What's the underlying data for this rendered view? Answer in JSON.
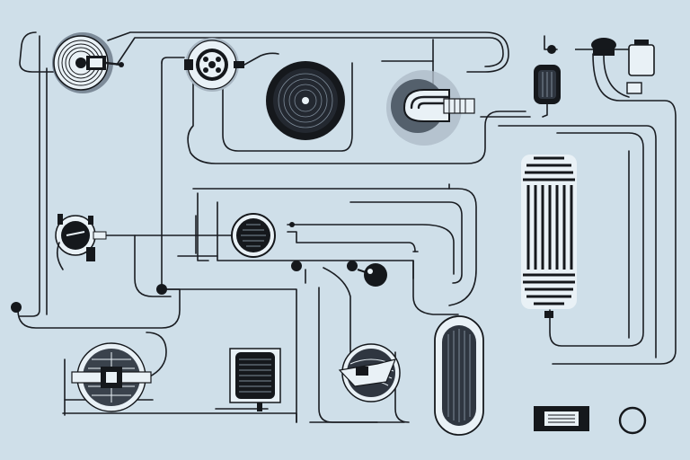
{
  "palette": {
    "background": "#cfdfe9",
    "ink": "#15181c",
    "pale": "#e9f1f6",
    "shadow": "#7d8b99"
  },
  "components": [
    {
      "name": "fan-unit-top-left",
      "icon": "fan-icon"
    },
    {
      "name": "gear-motor-top",
      "icon": "gear-icon"
    },
    {
      "name": "large-fan-top",
      "icon": "fan-icon"
    },
    {
      "name": "coil-pump-top-right",
      "icon": "coil-icon"
    },
    {
      "name": "pressure-tank",
      "icon": "tank-icon"
    },
    {
      "name": "valve-cluster",
      "icon": "valve-icon"
    },
    {
      "name": "pressure-gauge-left",
      "icon": "gauge-icon"
    },
    {
      "name": "small-fan-center",
      "icon": "fan-icon"
    },
    {
      "name": "switch-knob",
      "icon": "knob-icon"
    },
    {
      "name": "radiator-right",
      "icon": "radiator-icon"
    },
    {
      "name": "fan-unit-bottom-left",
      "icon": "fan-icon"
    },
    {
      "name": "filter-box",
      "icon": "filter-icon"
    },
    {
      "name": "turbine-bottom",
      "icon": "turbine-icon"
    },
    {
      "name": "capsule-heater",
      "icon": "heater-icon"
    },
    {
      "name": "control-box",
      "icon": "box-icon"
    },
    {
      "name": "ring-port",
      "icon": "ring-icon"
    }
  ]
}
